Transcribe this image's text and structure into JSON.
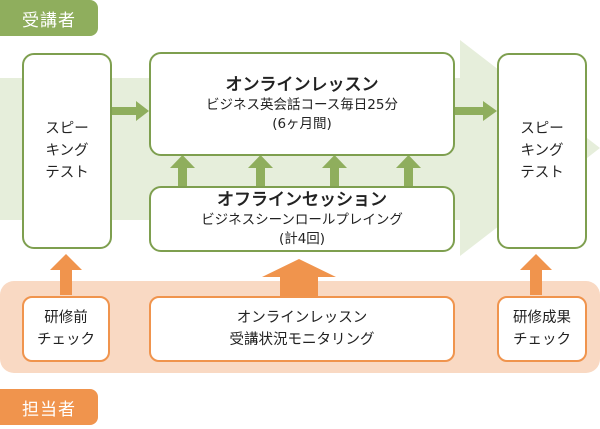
{
  "labels": {
    "learner": "受講者",
    "staff": "担当者"
  },
  "boxes": {
    "speaking_left": "スピー\nキング\nテスト",
    "online_title": "オンラインレッスン",
    "online_sub1": "ビジネス英会話コース毎日25分",
    "online_sub2": "(6ヶ月間)",
    "offline_title": "オフラインセッション",
    "offline_sub1": "ビジネスシーンロールプレイング",
    "offline_sub2": "(計4回)",
    "speaking_right": "スピー\nキング\nテスト",
    "pre_check": "研修前\nチェック",
    "monitor": "オンラインレッスン\n受講状況モニタリング",
    "result_check": "研修成果\nチェック"
  },
  "colors": {
    "green_band": "#e6eedb",
    "green_border": "#7e9f4f",
    "green_arrow": "#8fae5d",
    "orange_band": "#f9d9c3",
    "orange_border": "#f0944d",
    "orange_arrow": "#f0944d"
  }
}
